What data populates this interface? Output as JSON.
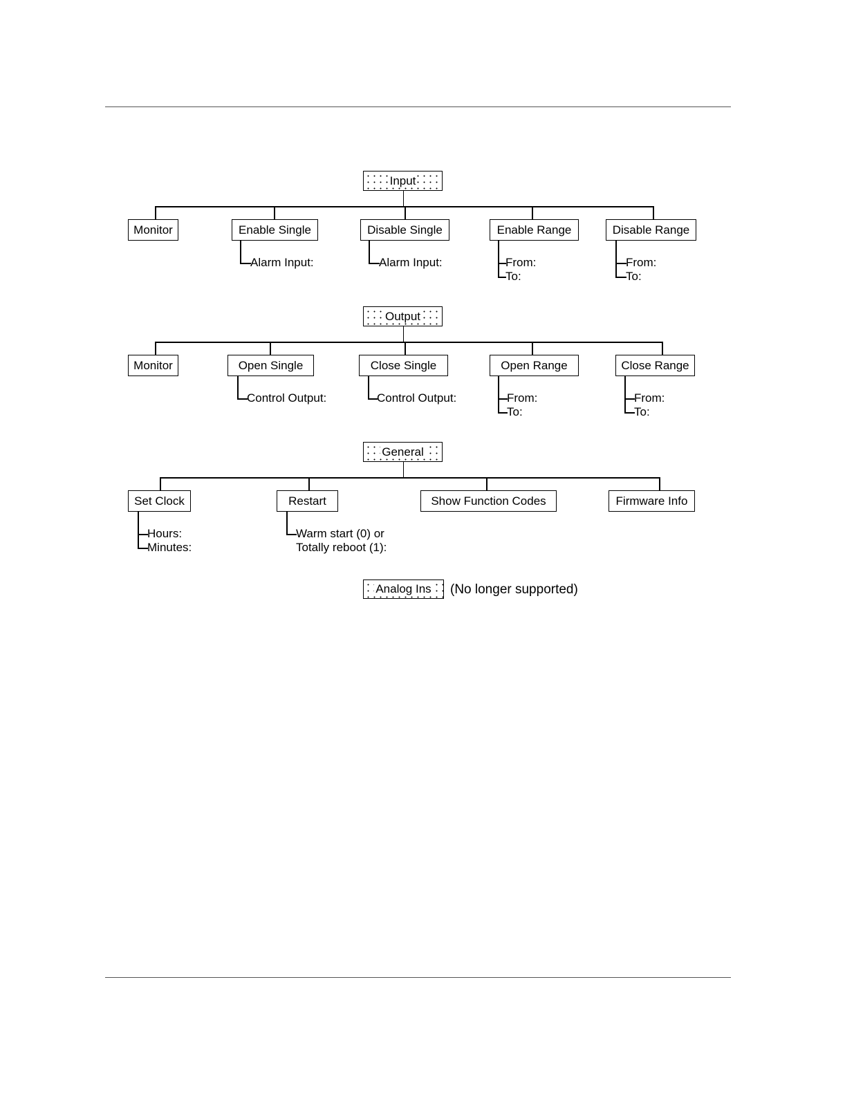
{
  "sections": {
    "input": {
      "title": "Input",
      "items": [
        {
          "label": "Monitor"
        },
        {
          "label": "Enable Single",
          "params": [
            "Alarm Input:"
          ]
        },
        {
          "label": "Disable Single",
          "params": [
            "Alarm Input:"
          ]
        },
        {
          "label": "Enable Range",
          "params": [
            "From:",
            "To:"
          ]
        },
        {
          "label": "Disable Range",
          "params": [
            "From:",
            "To:"
          ]
        }
      ]
    },
    "output": {
      "title": "Output",
      "items": [
        {
          "label": "Monitor"
        },
        {
          "label": "Open Single",
          "params": [
            "Control Output:"
          ]
        },
        {
          "label": "Close Single",
          "params": [
            "Control Output:"
          ]
        },
        {
          "label": "Open Range",
          "params": [
            "From:",
            "To:"
          ]
        },
        {
          "label": "Close Range",
          "params": [
            "From:",
            "To:"
          ]
        }
      ]
    },
    "general": {
      "title": "General",
      "items": [
        {
          "label": "Set Clock",
          "params": [
            "Hours:",
            "Minutes:"
          ]
        },
        {
          "label": "Restart",
          "params": [
            "Warm start (0) or",
            "Totally reboot (1):"
          ]
        },
        {
          "label": "Show Function Codes"
        },
        {
          "label": "Firmware Info"
        }
      ]
    },
    "analog": {
      "title": "Analog Ins",
      "note": "(No longer supported)"
    }
  }
}
